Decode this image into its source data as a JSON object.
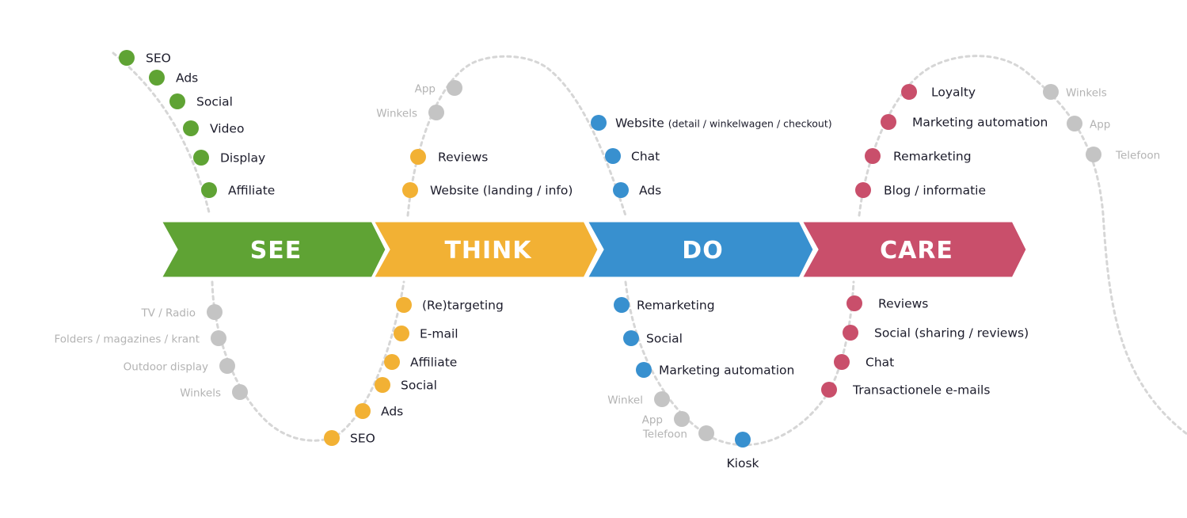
{
  "colors": {
    "see": "#5fa334",
    "think": "#f2b134",
    "do": "#3890cf",
    "care": "#c94f6b",
    "inactive": "#c4c4c4",
    "curve": "#d6d6d6",
    "text": "#1c1c2b",
    "text_inactive": "#b3b3b3"
  },
  "stages": [
    {
      "id": "see",
      "label": "SEE"
    },
    {
      "id": "think",
      "label": "THINK"
    },
    {
      "id": "do",
      "label": "DO"
    },
    {
      "id": "care",
      "label": "CARE"
    }
  ],
  "touchpoints": {
    "see_top": [
      "SEO",
      "Ads",
      "Social",
      "Video",
      "Display",
      "Affiliate"
    ],
    "see_bottom_inactive": [
      "TV / Radio",
      "Folders / magazines / krant",
      "Outdoor display",
      "Winkels"
    ],
    "think_top_inactive": [
      "App",
      "Winkels"
    ],
    "think_top": [
      "Reviews",
      "Website (landing / info)"
    ],
    "think_bottom": [
      "(Re)targeting",
      "E-mail",
      "Affiliate",
      "Social",
      "Ads",
      "SEO"
    ],
    "do_top": [
      {
        "main": "Website",
        "detail": "(detail / winkelwagen / checkout)"
      },
      {
        "main": "Chat",
        "detail": ""
      },
      {
        "main": "Ads",
        "detail": ""
      }
    ],
    "do_bottom": [
      "Remarketing",
      "Social",
      "Marketing automation"
    ],
    "do_bottom_inactive": [
      "Winkel",
      "App",
      "Telefoon"
    ],
    "do_bottom_last": "Kiosk",
    "care_top": [
      "Loyalty",
      "Marketing automation",
      "Remarketing",
      "Blog / informatie"
    ],
    "care_top_inactive": [
      "Winkels",
      "App",
      "Telefoon"
    ],
    "care_bottom": [
      "Reviews",
      "Social (sharing / reviews)",
      "Chat",
      "Transactionele e-mails"
    ]
  }
}
